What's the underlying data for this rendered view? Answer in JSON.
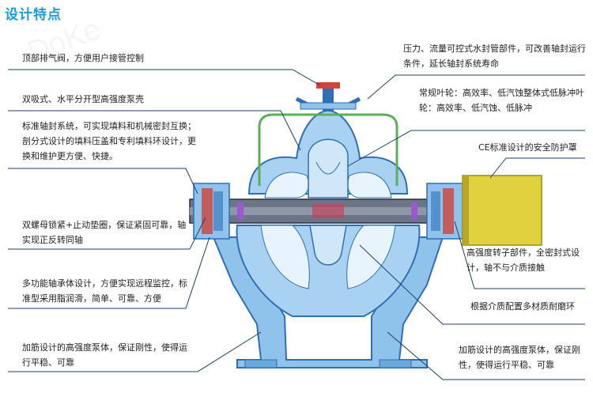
{
  "title": "设计特点",
  "watermark": "DoKe",
  "colors": {
    "accent": "#1a9be0",
    "casing": "#8fc3ec",
    "casing_dark": "#2f6fb5",
    "shaft": "#4a5566",
    "guard": "#e2d13f",
    "pipe": "#5cae5a",
    "seal": "#d0443a"
  },
  "labels": {
    "l1": "顶部排气阀，方便用户接管控制",
    "l2": "双吸式、水平分开型高强度泵壳",
    "l3": "标准轴封系统，可实现填料和机械密封互换；剖分式设计的填料压盖和专利填料环设计，更换和维护更方便、快捷。",
    "l4": "双螺母锁紧+止动垫圈，保证紧固可靠，轴实现正反转同轴",
    "l5": "多功能轴承体设计，方便实现远程监控，标准型采用脂润滑，简单、可靠、方便",
    "l6": "加筋设计的高强度泵体，保证刚性，使得运行平稳、可靠",
    "r1": "压力、流量可控式水封管部件，可改善轴封运行条件，延长轴封系统寿命",
    "r2a": "常规叶轮：高效率、低汽蚀整体式低脉冲叶轮：高效率、低汽蚀、低脉冲",
    "r3": "CE标准设计的安全防护罩",
    "r4": "高强度转子部件，全密封式设计，轴不与介质接触",
    "r5": "根据介质配置多材质耐磨环",
    "r6": "加筋设计的高强度泵体，保证刚性，使得运行平稳、可靠"
  }
}
